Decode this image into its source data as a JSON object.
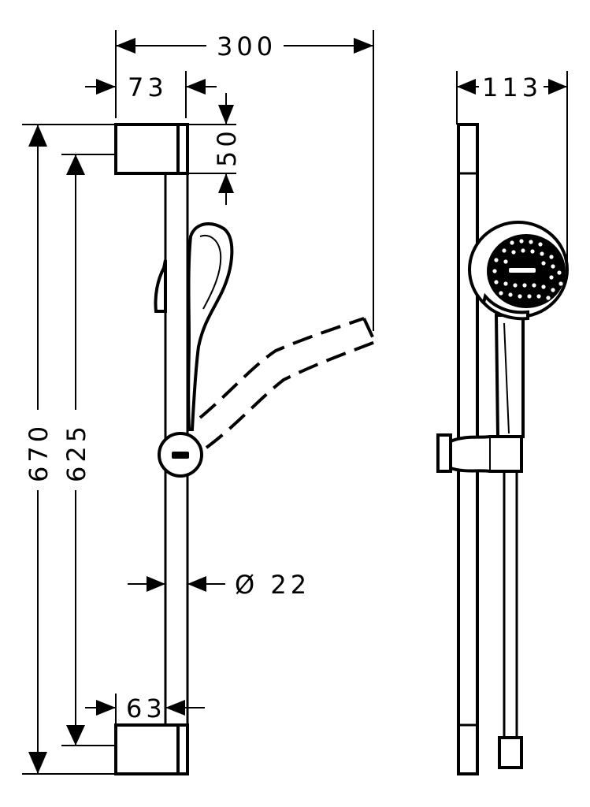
{
  "dimensions": {
    "overall_width": "300",
    "bracket_width": "73",
    "bracket_height": "50",
    "side_depth": "113",
    "total_height": "670",
    "hole_spacing": "625",
    "rail_diameter": "Ø 22",
    "bottom_bracket_width": "63"
  }
}
